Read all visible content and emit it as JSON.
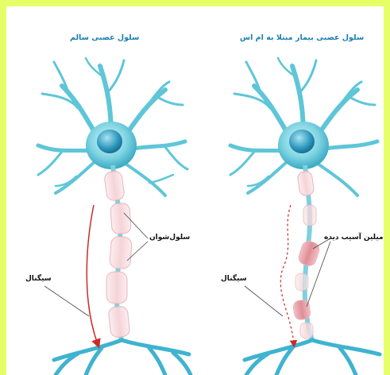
{
  "titles": {
    "healthy": "سلول عصبی سالم",
    "ms": "سلول عصبی بیمار مبتلا به ام اس"
  },
  "labels": {
    "schwann": "سلول‌شوان",
    "signal_left": "سیگنال",
    "signal_right": "سیگنال",
    "damaged_myelin": "میلین آسیب دیده"
  },
  "colors": {
    "border": "#e6ff66",
    "title": "#1a7fb0",
    "neuron": "#5ec6d8",
    "nucleus": "#2b96bc",
    "myelin": "#f6d9dc",
    "damaged": "#e79aa0",
    "signal": "#cc2a2a"
  }
}
